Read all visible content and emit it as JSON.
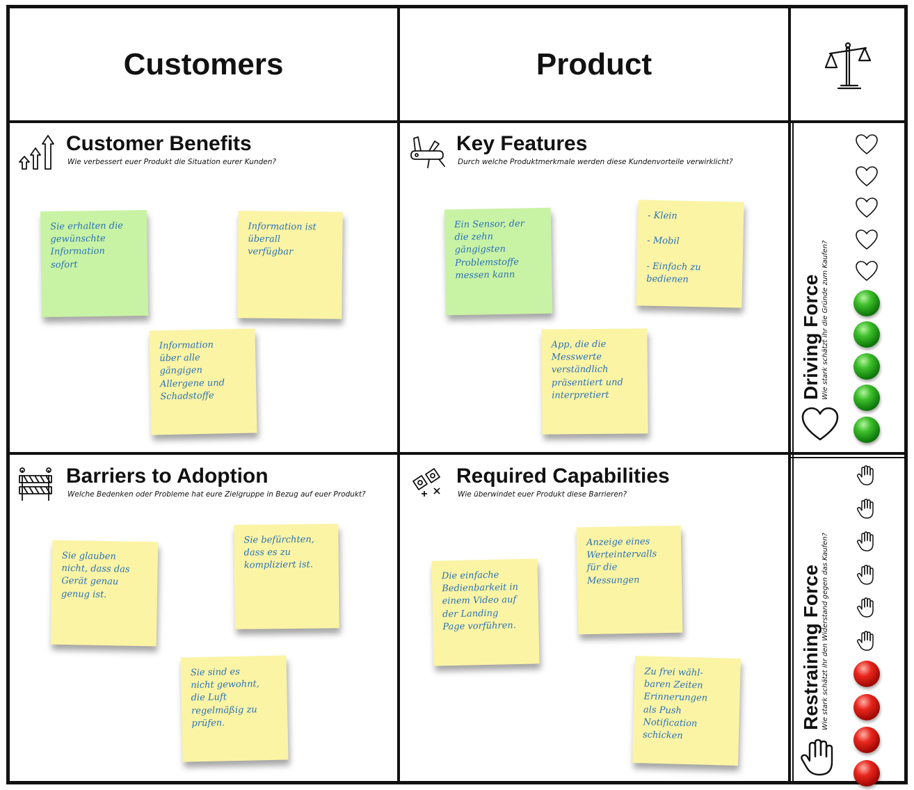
{
  "headers": {
    "customers": "Customers",
    "product": "Product",
    "balance_icon": "scale-icon"
  },
  "sections": {
    "customer_benefits": {
      "title": "Customer Benefits",
      "subtitle": "Wie verbessert euer Produkt die Situation eurer Kunden?",
      "icon": "arrows-up-icon"
    },
    "key_features": {
      "title": "Key Features",
      "subtitle": "Durch welche Produktmerkmale werden diese Kundenvorteile verwirklicht?",
      "icon": "swiss-knife-icon"
    },
    "barriers": {
      "title": "Barriers to Adoption",
      "subtitle": "Welche Bedenken oder Probleme hat eure Zielgruppe in Bezug auf euer Produkt?",
      "icon": "barrier-icon"
    },
    "capabilities": {
      "title": "Required Capabilities",
      "subtitle": "Wie überwindet euer Produkt diese Barrieren?",
      "icon": "puzzle-icon"
    }
  },
  "notes": [
    {
      "color": "green",
      "text": "Sie erhalten die\ngewünschte\nInformation\nsofort"
    },
    {
      "color": "yellow",
      "text": "Information ist\nüberall\nverfügbar"
    },
    {
      "color": "yellow",
      "text": "Information\nüber alle\ngängigen\nAllergene und\nSchadstoffe"
    },
    {
      "color": "green",
      "text": "Ein Sensor, der\ndie zehn\ngängigsten\nProblemstoffe\nmessen kann"
    },
    {
      "color": "yellow",
      "text": "- Klein\n\n- Mobil\n\n- Einfach zu\nbedienen"
    },
    {
      "color": "yellow",
      "text": "App, die die\nMesswerte\nverständlich\npräsentiert und\ninterpretiert"
    },
    {
      "color": "yellow",
      "text": "Sie glauben\nnicht, dass das\nGerät genau\ngenug ist."
    },
    {
      "color": "yellow",
      "text": "Sie befürchten,\ndass es zu\nkompliziert ist."
    },
    {
      "color": "yellow",
      "text": "Sie sind es\nnicht gewohnt,\ndie Luft\nregelmäßig zu\nprüfen."
    },
    {
      "color": "yellow",
      "text": "Die einfache\nBedienbarkeit in\neinem Video auf\nder Landing\nPage vorführen."
    },
    {
      "color": "yellow",
      "text": "Anzeige eines\nWerteintervalls\nfür die\nMessungen"
    },
    {
      "color": "yellow",
      "text": "Zu frei wähl-\nbaren Zeiten\nErinnerungen\nals Push\nNotification\nschicken"
    }
  ],
  "forces": {
    "driving": {
      "title": "Driving Force",
      "subtitle": "Wie stark schätzt ihr die Gründe zum Kaufen?",
      "icon": "heart-icon",
      "rating_filled": 5,
      "rating_max": 10,
      "color": "#22a11a"
    },
    "restraining": {
      "title": "Restraining Force",
      "subtitle": "Wie stark schätzt ihr den Widerstand gegen das Kaufen?",
      "icon": "raised-hand-icon",
      "rating_filled": 4,
      "rating_max": 10,
      "color": "#d4140c"
    }
  }
}
